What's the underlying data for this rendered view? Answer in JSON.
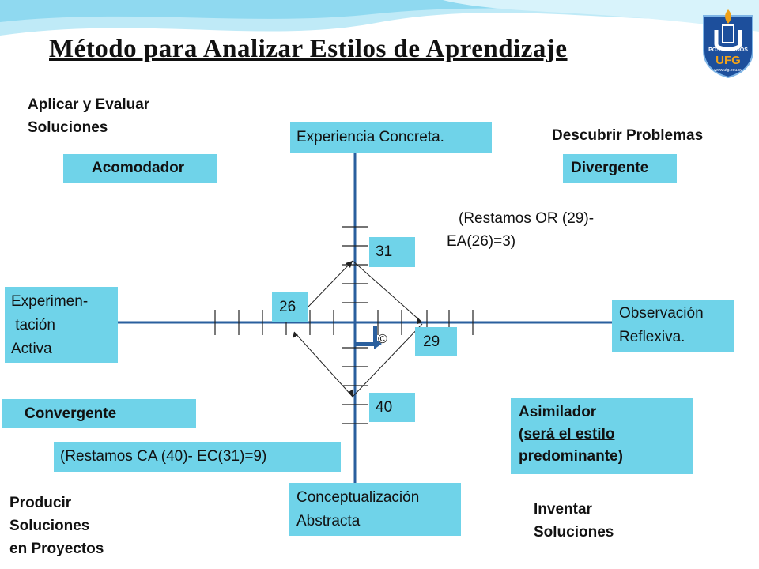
{
  "slide": {
    "title": "Método para Analizar Estilos de Aprendizaje",
    "logo": {
      "icon": "university-logo",
      "text_main": "UFG",
      "text_top": "POSTGRADOS",
      "text_bottom": "www.ufg.edu.sv"
    },
    "colors": {
      "box": "#6fd3e9",
      "axis": "#2a5f9e",
      "wave": "#8fd9f0"
    }
  },
  "corners": {
    "top_left": [
      "Aplicar y Evaluar",
      "Soluciones"
    ],
    "top_right": "Descubrir Problemas",
    "bottom_left": [
      "Producir",
      "Soluciones",
      "en Proyectos"
    ],
    "bottom_right": [
      "Inventar",
      "Soluciones"
    ]
  },
  "styles": {
    "acomodador": "Acomodador",
    "divergente": "Divergente",
    "convergente": "Convergente",
    "asimilador": {
      "line1": "Asimilador",
      "line2": "(será el  estilo",
      "line3": "predominante)"
    }
  },
  "axes": {
    "top": "Experiencia Concreta.",
    "left": [
      "Experimen-",
      " tación",
      "Activa"
    ],
    "right": [
      "Observación",
      "Reflexiva."
    ],
    "bottom": [
      "Conceptualización",
      "Abstracta"
    ]
  },
  "scores": {
    "ec": "31",
    "ea": "26",
    "or": "29",
    "ca": "40",
    "center_mark": "©"
  },
  "notes": {
    "or_ea": [
      "(Restamos OR (29)-",
      "EA(26)=3)"
    ],
    "ca_ec": "(Restamos CA (40)- EC(31)=9)"
  }
}
